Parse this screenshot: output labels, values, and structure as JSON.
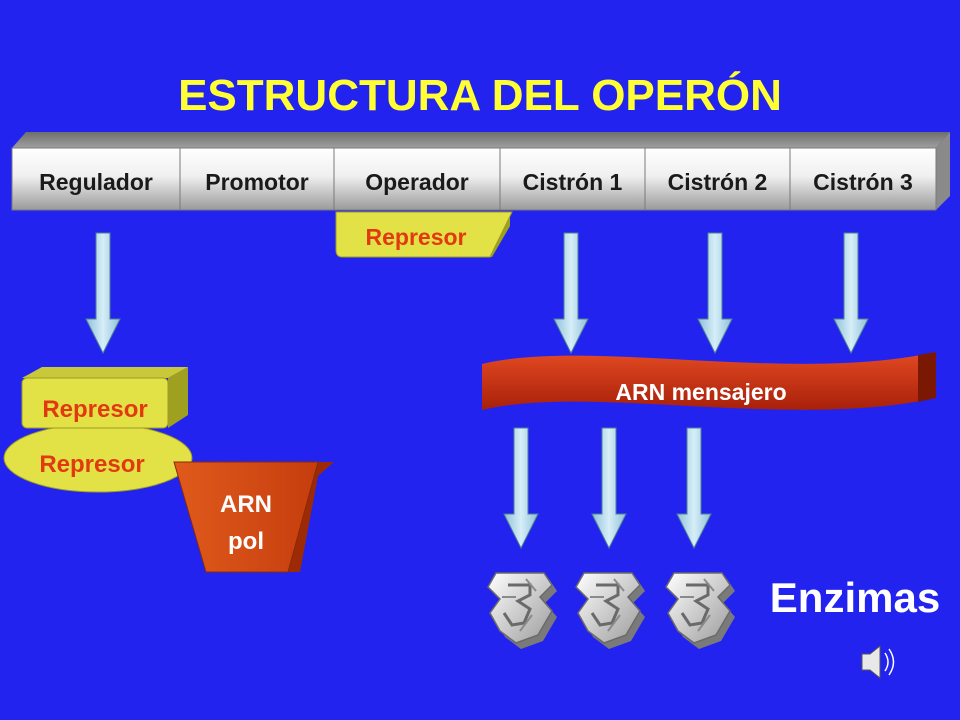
{
  "title": "ESTRUCTURA DEL OPERÓN",
  "dna_segments": [
    "Regulador",
    "Promotor",
    "Operador",
    "Cistrón 1",
    "Cistrón 2",
    "Cistrón 3"
  ],
  "repressor_on_operator": "Represor",
  "repressor_stack": [
    "Represor",
    "Represor"
  ],
  "arn_pol": [
    "ARN",
    "pol"
  ],
  "mrna_label": "ARN mensajero",
  "enzymes_label": "Enzimas",
  "colors": {
    "background": "#2323f0",
    "title": "#ffff33",
    "repressor_text": "#e23a10",
    "repressor_fill": "#e2e246",
    "mrna": "#c42a0e",
    "arrow": "#b5dcec"
  },
  "icons": [
    "enzyme-icon",
    "enzyme-icon",
    "enzyme-icon",
    "speaker-icon"
  ]
}
